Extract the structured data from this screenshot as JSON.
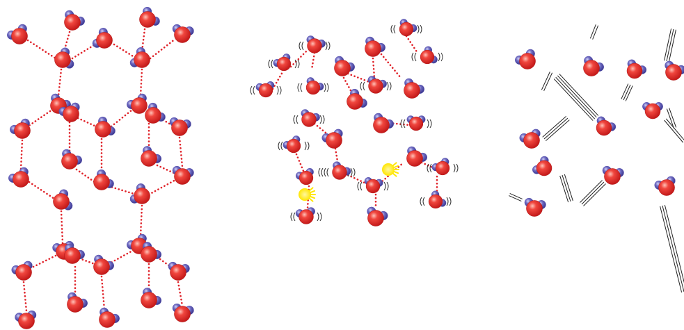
{
  "figure": {
    "panels": [
      {
        "state": "solid",
        "structure": "hexagonal-lattice",
        "bonds": "hydrogen-bonds"
      },
      {
        "state": "liquid",
        "structure": "disordered-cluster",
        "bonds": "hydrogen-bonds",
        "marks": [
          "vibration-arcs",
          "bond-breaking-flashes"
        ]
      },
      {
        "state": "gas",
        "structure": "free-molecules",
        "marks": [
          "motion-streaks"
        ]
      }
    ],
    "colors": {
      "oxygen": "#e8322f",
      "oxygen_highlight": "#ffb3a8",
      "hydrogen": "#5a56b0",
      "hydrogen_highlight": "#c8c6f2",
      "hydrogen_bond": "#e0232a",
      "vibration": "#333333",
      "flash": "#ffe600",
      "streak": "#222222"
    }
  }
}
